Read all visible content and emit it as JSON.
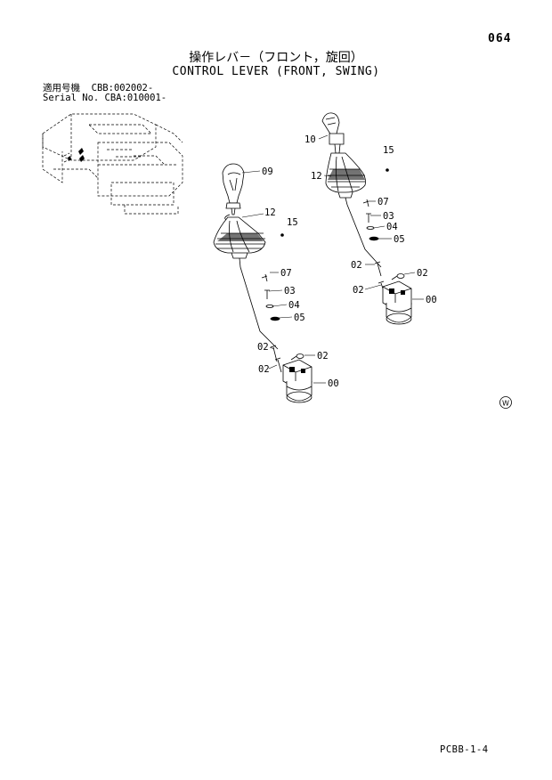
{
  "page": {
    "number": "064",
    "footer_code": "PCBB-1-4"
  },
  "title": {
    "japanese": "操作レバ－（フロント，旋回）",
    "english": "CONTROL LEVER (FRONT, SWING)"
  },
  "applicability": [
    {
      "label": "適用号機",
      "value": "CBB:002002-"
    },
    {
      "label": "Serial No.",
      "value": "CBA:010001-"
    }
  ],
  "callouts": {
    "left_assembly": [
      "09",
      "12",
      "15",
      "07",
      "03",
      "04",
      "05",
      "02",
      "02",
      "02",
      "00"
    ],
    "right_assembly": [
      "10",
      "12",
      "15",
      "07",
      "03",
      "04",
      "05",
      "02",
      "02",
      "02",
      "00"
    ]
  },
  "marks": {
    "w_symbol": "W"
  }
}
